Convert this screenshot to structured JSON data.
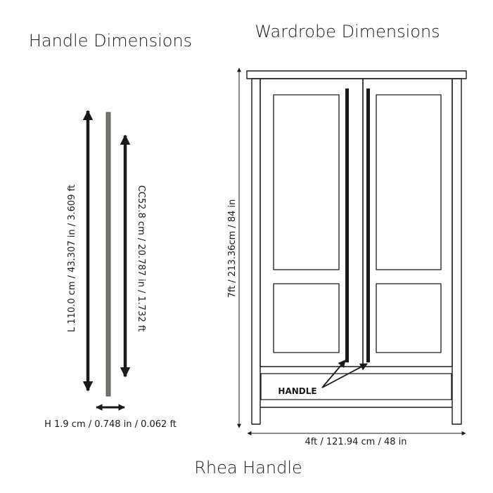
{
  "titles": {
    "handle": "Handle Dimensions",
    "wardrobe": "Wardrobe Dimensions",
    "product": "Rhea Handle"
  },
  "handle": {
    "length_label": "L 110.0 cm / 43.307 in / 3.609 ft",
    "cc_label": "CC52.8 cm / 20.787 in / 1.732 ft",
    "height_label": "H 1.9 cm / 0.748 in / 0.062 ft",
    "bar_color": "#77736e"
  },
  "wardrobe": {
    "height_label": "7ft / 213.36cm / 84 in",
    "width_label": "4ft / 121.94 cm / 48 in",
    "handle_callout": "HANDLE"
  },
  "colors": {
    "ink": "#1a1a1a",
    "background": "#ffffff"
  }
}
